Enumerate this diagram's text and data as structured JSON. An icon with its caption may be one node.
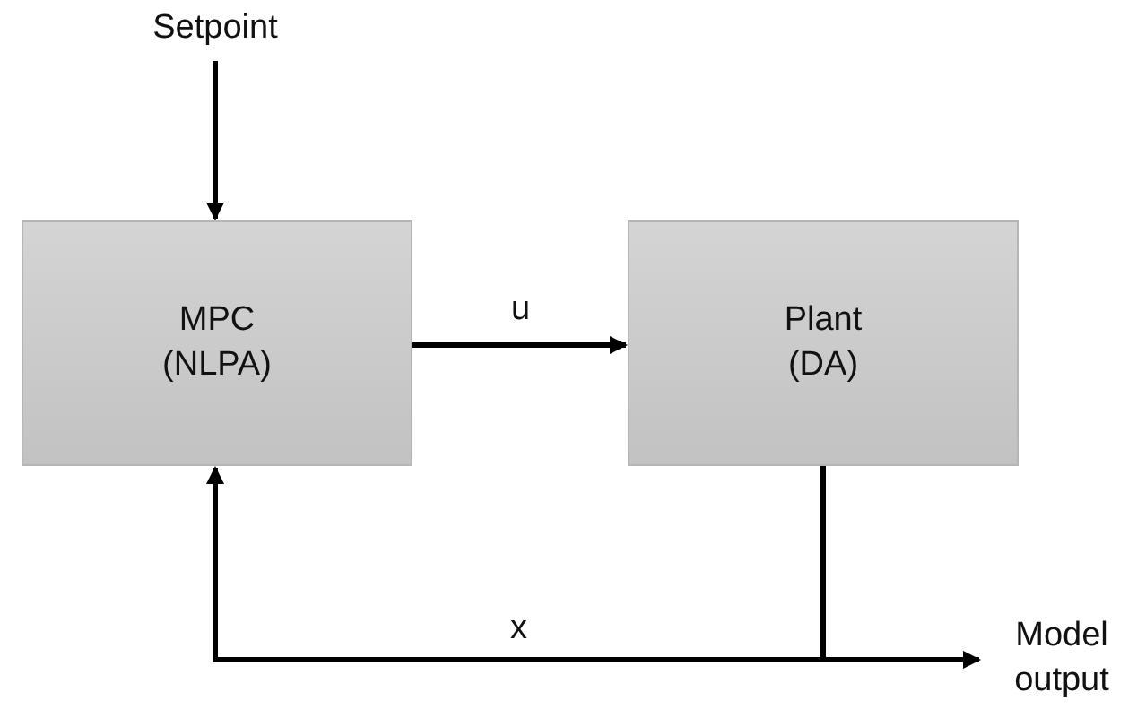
{
  "diagram": {
    "nodes": [
      {
        "text": [
          "Setpoint"
        ]
      },
      {
        "text": [
          "MPC",
          "(NLPA)"
        ]
      },
      {
        "text": [
          "Plant",
          "(DA)"
        ]
      },
      {
        "text": [
          "Model output"
        ]
      }
    ],
    "edges": [
      {
        "from": 0,
        "to": 1,
        "arrow": "to"
      },
      {
        "from": 1,
        "to": 2,
        "arrow": "to",
        "label": "u"
      },
      {
        "from": 2,
        "to": 1,
        "arrow": "to",
        "label": "x"
      },
      {
        "from": 2,
        "to": 3,
        "arrow": "to"
      }
    ]
  }
}
